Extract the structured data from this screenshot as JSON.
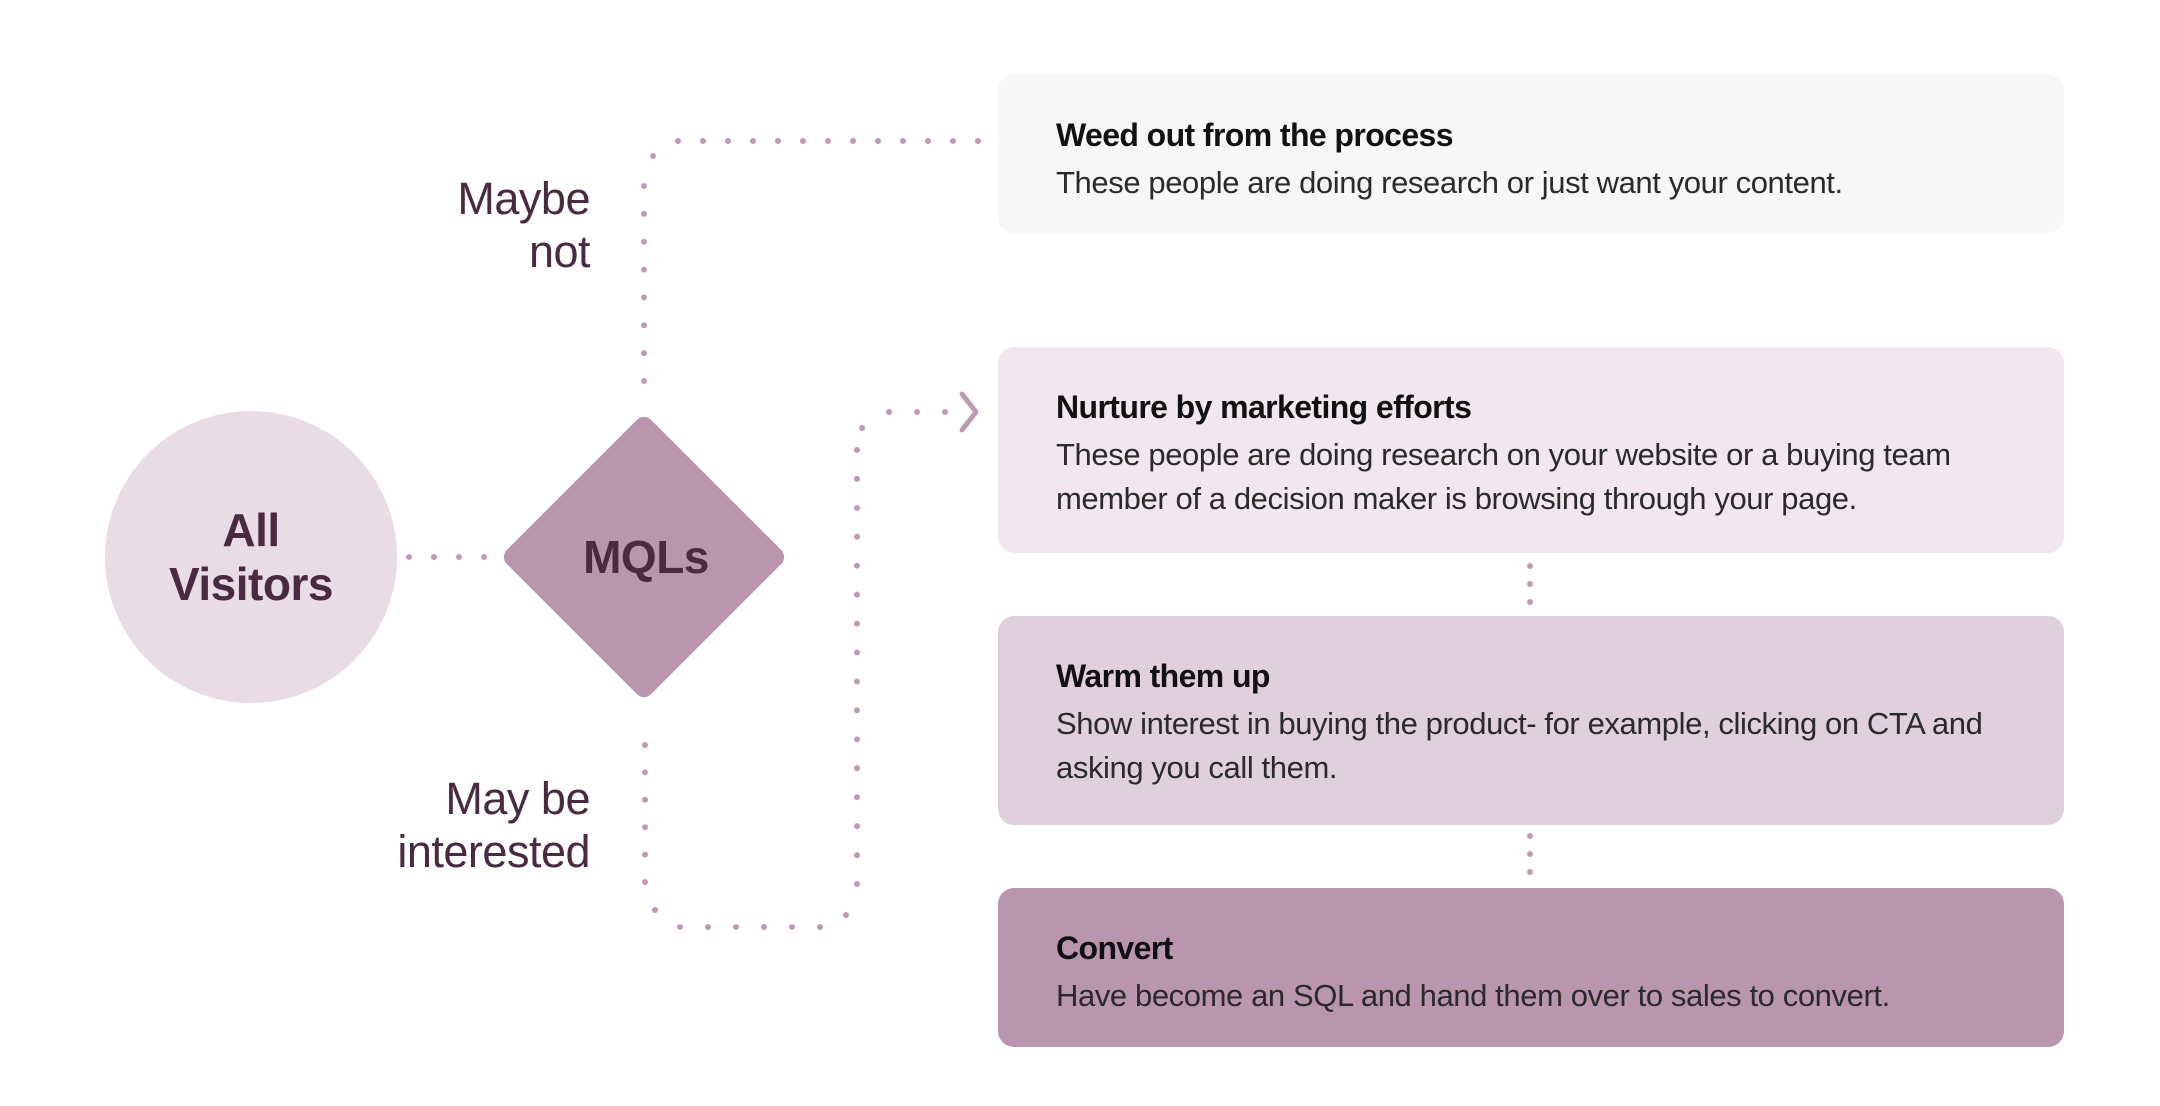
{
  "colors": {
    "circle_fill": "#e8dce5",
    "diamond_fill": "#b995ae",
    "dot_color": "#c09ab5",
    "label_text": "#4a2a40",
    "card_weed_out": "#f7f7f7",
    "card_nurture": "#f0e8ee",
    "card_warm_up": "#e0d0dc",
    "card_convert": "#b995ae"
  },
  "nodes": {
    "all_visitors": "All\nVisitors",
    "mqls": "MQLs"
  },
  "branches": {
    "maybe_not": "Maybe\nnot",
    "may_be_interested": "May be\ninterested"
  },
  "cards": [
    {
      "title": "Weed out from the process",
      "description": "These people are doing research or just want your content."
    },
    {
      "title": "Nurture by marketing efforts",
      "description": "These people are doing research on your website or a buying team member of a decision maker is browsing through your page."
    },
    {
      "title": "Warm them up",
      "description": "Show interest in buying the product- for example, clicking on CTA and asking you call them."
    },
    {
      "title": "Convert",
      "description": "Have become an SQL and hand them over to sales to convert."
    }
  ]
}
